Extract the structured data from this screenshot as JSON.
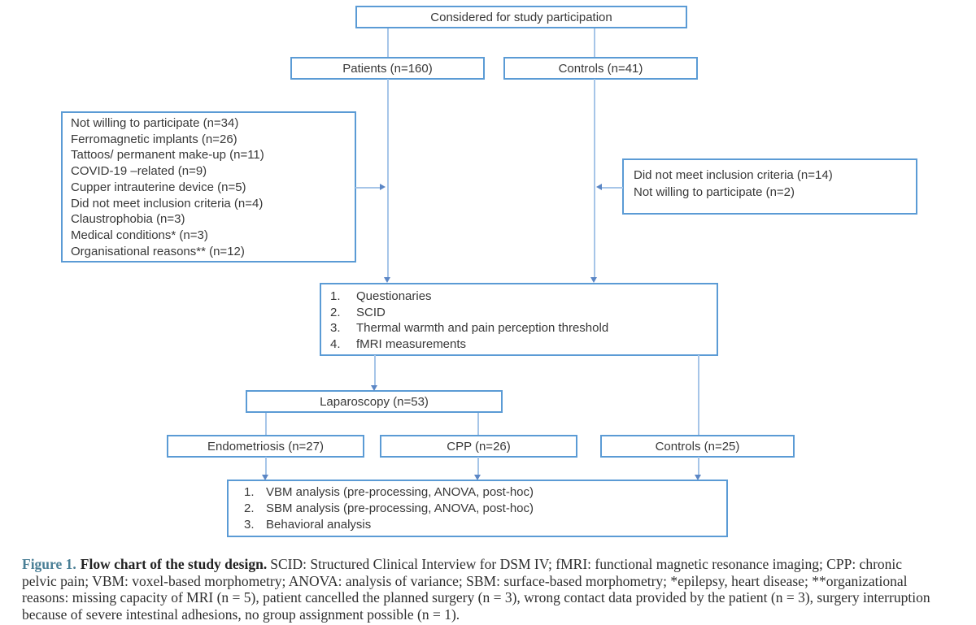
{
  "figure": {
    "colors": {
      "box_border": "#5b9bd5",
      "connector_line": "#a6c5e8",
      "arrowhead": "#5b86c5",
      "box_text": "#383838",
      "caption_label": "#4a7f96"
    },
    "boxes": {
      "considered": "Considered for study participation",
      "patients": "Patients (n=160)",
      "controls": "Controls (n=41)",
      "patient_exclusions": [
        "Not willing to participate (n=34)",
        "Ferromagnetic implants (n=26)",
        "Tattoos/ permanent make-up (n=11)",
        "COVID-19 –related (n=9)",
        "Cupper intrauterine device (n=5)",
        "Did not meet inclusion criteria (n=4)",
        "Claustrophobia (n=3)",
        "Medical conditions* (n=3)",
        "Organisational reasons** (n=12)"
      ],
      "control_exclusions": [
        "Did not meet inclusion criteria (n=14)",
        "Not willing to participate (n=2)"
      ],
      "assessments": [
        "Questionaries",
        "SCID",
        "Thermal warmth and pain perception threshold",
        "fMRI measurements"
      ],
      "laparoscopy": "Laparoscopy (n=53)",
      "endometriosis": "Endometriosis (n=27)",
      "cpp": "CPP (n=26)",
      "controls_final": "Controls (n=25)",
      "analyses": [
        "VBM analysis (pre-processing, ANOVA, post-hoc)",
        "SBM analysis (pre-processing, ANOVA, post-hoc)",
        "Behavioral analysis"
      ]
    }
  },
  "caption": {
    "label": "Figure 1.",
    "title": "Flow chart of the study design.",
    "body": "SCID: Structured Clinical Interview for DSM IV; fMRI: functional magnetic resonance imaging; CPP: chronic pelvic pain; VBM: voxel-based morphometry; ANOVA: analysis of variance; SBM: surface-based morphometry; *epilepsy, heart disease; **organizational reasons: missing capacity of MRI (n = 5), patient cancelled the planned surgery (n = 3), wrong contact data provided by the patient (n = 3), surgery interruption because of severe intestinal adhesions, no group assignment possible (n = 1)."
  }
}
